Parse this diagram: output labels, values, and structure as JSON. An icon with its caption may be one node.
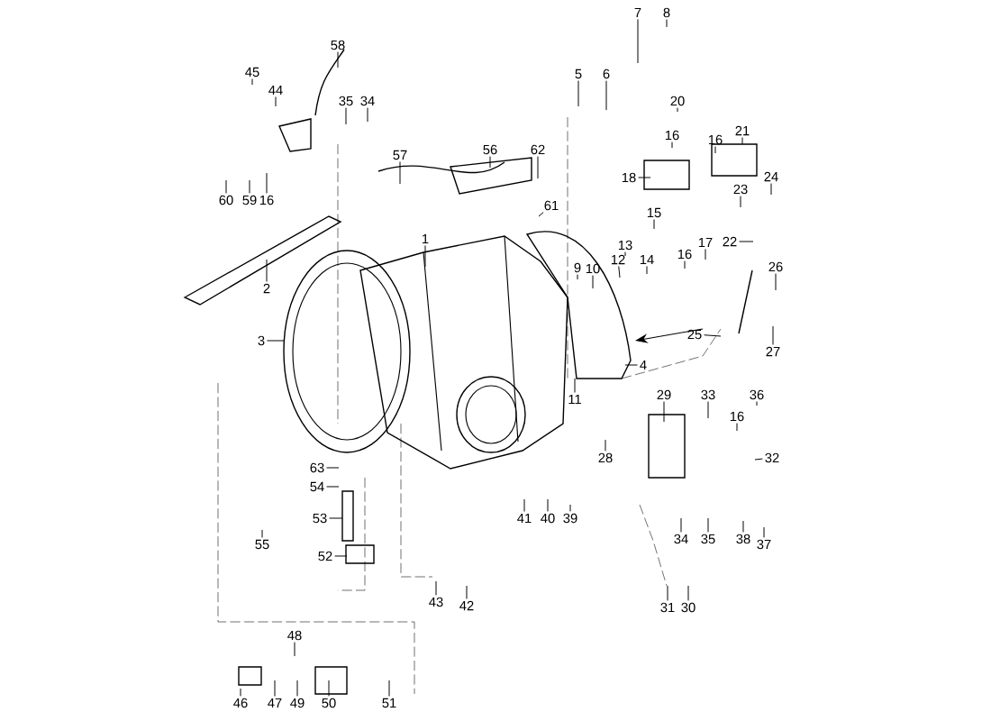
{
  "diagram": {
    "nodes": [
      {
        "text": [
          "58"
        ]
      },
      {
        "text": [
          "7"
        ]
      },
      {
        "text": [
          "8"
        ]
      },
      {
        "text": [
          "45"
        ]
      },
      {
        "text": [
          "44"
        ]
      },
      {
        "text": [
          "5"
        ]
      },
      {
        "text": [
          "6"
        ]
      },
      {
        "text": [
          "35"
        ]
      },
      {
        "text": [
          "34"
        ]
      },
      {
        "text": [
          "20"
        ]
      },
      {
        "text": [
          "16"
        ]
      },
      {
        "text": [
          "21"
        ]
      },
      {
        "text": [
          "16"
        ]
      },
      {
        "text": [
          "56"
        ]
      },
      {
        "text": [
          "62"
        ]
      },
      {
        "text": [
          "57"
        ]
      },
      {
        "text": [
          "18"
        ]
      },
      {
        "text": [
          "24"
        ]
      },
      {
        "text": [
          "23"
        ]
      },
      {
        "text": [
          "60"
        ]
      },
      {
        "text": [
          "59"
        ]
      },
      {
        "text": [
          "16"
        ]
      },
      {
        "text": [
          "61"
        ]
      },
      {
        "text": [
          "15"
        ]
      },
      {
        "text": [
          "1"
        ]
      },
      {
        "text": [
          "22"
        ]
      },
      {
        "text": [
          "13"
        ]
      },
      {
        "text": [
          "14"
        ]
      },
      {
        "text": [
          "12"
        ]
      },
      {
        "text": [
          "9"
        ]
      },
      {
        "text": [
          "10"
        ]
      },
      {
        "text": [
          "16"
        ]
      },
      {
        "text": [
          "17"
        ]
      },
      {
        "text": [
          "26"
        ]
      },
      {
        "text": [
          "2"
        ]
      },
      {
        "text": [
          "3"
        ]
      },
      {
        "text": [
          "25"
        ]
      },
      {
        "text": [
          "27"
        ]
      },
      {
        "text": [
          "4"
        ]
      },
      {
        "text": [
          "11"
        ]
      },
      {
        "text": [
          "29"
        ]
      },
      {
        "text": [
          "33"
        ]
      },
      {
        "text": [
          "36"
        ]
      },
      {
        "text": [
          "16"
        ]
      },
      {
        "text": [
          "32"
        ]
      },
      {
        "text": [
          "28"
        ]
      },
      {
        "text": [
          "63"
        ]
      },
      {
        "text": [
          "54"
        ]
      },
      {
        "text": [
          "41"
        ]
      },
      {
        "text": [
          "40"
        ]
      },
      {
        "text": [
          "39"
        ]
      },
      {
        "text": [
          "34"
        ]
      },
      {
        "text": [
          "35"
        ]
      },
      {
        "text": [
          "38"
        ]
      },
      {
        "text": [
          "37"
        ]
      },
      {
        "text": [
          "53"
        ]
      },
      {
        "text": [
          "55"
        ]
      },
      {
        "text": [
          "52"
        ]
      },
      {
        "text": [
          "43"
        ]
      },
      {
        "text": [
          "42"
        ]
      },
      {
        "text": [
          "31"
        ]
      },
      {
        "text": [
          "30"
        ]
      },
      {
        "text": [
          "48"
        ]
      },
      {
        "text": [
          "46"
        ]
      },
      {
        "text": [
          "47"
        ]
      },
      {
        "text": [
          "49"
        ]
      },
      {
        "text": [
          "50"
        ]
      },
      {
        "text": [
          "51"
        ]
      }
    ],
    "edges": [
      {
        "from": 0,
        "to": null,
        "arrow": "none"
      },
      {
        "from": 1,
        "to": null,
        "arrow": "none"
      },
      {
        "from": 2,
        "to": null,
        "arrow": "none"
      },
      {
        "from": 3,
        "to": null,
        "arrow": "none"
      },
      {
        "from": 4,
        "to": null,
        "arrow": "none"
      },
      {
        "from": 5,
        "to": null,
        "arrow": "none"
      },
      {
        "from": 6,
        "to": null,
        "arrow": "none"
      },
      {
        "from": 7,
        "to": null,
        "arrow": "none"
      },
      {
        "from": 8,
        "to": null,
        "arrow": "none"
      },
      {
        "from": 9,
        "to": null,
        "arrow": "none"
      },
      {
        "from": 10,
        "to": null,
        "arrow": "none"
      },
      {
        "from": 11,
        "to": null,
        "arrow": "none"
      },
      {
        "from": 12,
        "to": null,
        "arrow": "none"
      },
      {
        "from": 13,
        "to": null,
        "arrow": "none"
      },
      {
        "from": 14,
        "to": null,
        "arrow": "none"
      },
      {
        "from": 15,
        "to": null,
        "arrow": "none"
      },
      {
        "from": 16,
        "to": null,
        "arrow": "none"
      },
      {
        "from": 17,
        "to": null,
        "arrow": "none"
      },
      {
        "from": 18,
        "to": null,
        "arrow": "none"
      },
      {
        "from": 19,
        "to": null,
        "arrow": "none"
      },
      {
        "from": 20,
        "to": null,
        "arrow": "none"
      },
      {
        "from": 21,
        "to": null,
        "arrow": "none"
      },
      {
        "from": 22,
        "to": null,
        "arrow": "none"
      },
      {
        "from": 23,
        "to": null,
        "arrow": "none"
      },
      {
        "from": 24,
        "to": null,
        "arrow": "none"
      },
      {
        "from": 25,
        "to": null,
        "arrow": "none"
      },
      {
        "from": 26,
        "to": null,
        "arrow": "none"
      },
      {
        "from": 27,
        "to": null,
        "arrow": "none"
      },
      {
        "from": 28,
        "to": null,
        "arrow": "none"
      },
      {
        "from": 29,
        "to": null,
        "arrow": "none"
      },
      {
        "from": 30,
        "to": null,
        "arrow": "none"
      },
      {
        "from": 31,
        "to": null,
        "arrow": "none"
      },
      {
        "from": 32,
        "to": null,
        "arrow": "none"
      },
      {
        "from": 33,
        "to": null,
        "arrow": "none"
      },
      {
        "from": 34,
        "to": null,
        "arrow": "none"
      },
      {
        "from": 35,
        "to": null,
        "arrow": "none"
      },
      {
        "from": 36,
        "to": null,
        "arrow": "none"
      },
      {
        "from": 37,
        "to": null,
        "arrow": "none"
      },
      {
        "from": 38,
        "to": null,
        "arrow": "none"
      },
      {
        "from": 39,
        "to": null,
        "arrow": "none"
      },
      {
        "from": 40,
        "to": null,
        "arrow": "none"
      },
      {
        "from": 41,
        "to": null,
        "arrow": "none"
      },
      {
        "from": 42,
        "to": null,
        "arrow": "none"
      },
      {
        "from": 43,
        "to": null,
        "arrow": "none"
      },
      {
        "from": 44,
        "to": null,
        "arrow": "none"
      },
      {
        "from": 45,
        "to": null,
        "arrow": "none"
      },
      {
        "from": 46,
        "to": null,
        "arrow": "none"
      },
      {
        "from": 47,
        "to": null,
        "arrow": "none"
      },
      {
        "from": 48,
        "to": null,
        "arrow": "none"
      },
      {
        "from": 49,
        "to": null,
        "arrow": "none"
      },
      {
        "from": 50,
        "to": null,
        "arrow": "none"
      },
      {
        "from": 51,
        "to": null,
        "arrow": "none"
      },
      {
        "from": 52,
        "to": null,
        "arrow": "none"
      },
      {
        "from": 53,
        "to": null,
        "arrow": "none"
      },
      {
        "from": 54,
        "to": null,
        "arrow": "none"
      },
      {
        "from": 55,
        "to": null,
        "arrow": "none"
      },
      {
        "from": 56,
        "to": null,
        "arrow": "none"
      },
      {
        "from": 57,
        "to": null,
        "arrow": "none"
      },
      {
        "from": 58,
        "to": null,
        "arrow": "none"
      },
      {
        "from": 59,
        "to": null,
        "arrow": "none"
      },
      {
        "from": 60,
        "to": null,
        "arrow": "none"
      },
      {
        "from": 61,
        "to": null,
        "arrow": "none"
      },
      {
        "from": 62,
        "to": null,
        "arrow": "none"
      },
      {
        "from": 63,
        "to": null,
        "arrow": "none"
      },
      {
        "from": 64,
        "to": null,
        "arrow": "none"
      },
      {
        "from": 65,
        "to": null,
        "arrow": "none"
      },
      {
        "from": 66,
        "to": null,
        "arrow": "none"
      },
      {
        "from": 67,
        "to": null,
        "arrow": "none"
      }
    ]
  }
}
